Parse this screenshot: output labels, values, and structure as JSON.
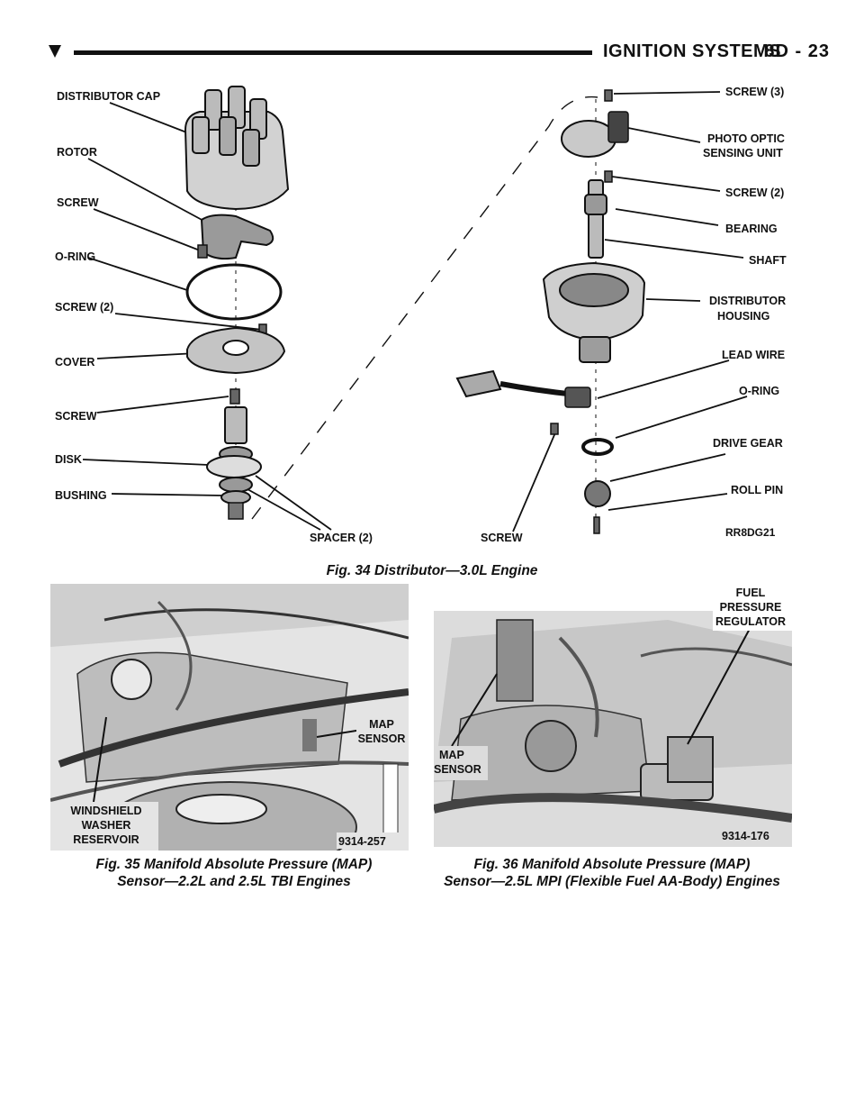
{
  "header": {
    "title": "IGNITION SYSTEMS",
    "page": "8D - 23"
  },
  "fig34": {
    "labels_left": {
      "distributor_cap": "DISTRIBUTOR CAP",
      "rotor": "ROTOR",
      "screw": "SCREW",
      "o_ring": "O-RING",
      "screw_2": "SCREW (2)",
      "cover": "COVER",
      "screw_b": "SCREW",
      "disk": "DISK",
      "bushing": "BUSHING"
    },
    "labels_bottom": {
      "spacer_2": "SPACER (2)",
      "screw": "SCREW"
    },
    "labels_right": {
      "screw_3": "SCREW (3)",
      "photo_optic_1": "PHOTO OPTIC",
      "photo_optic_2": "SENSING UNIT",
      "screw_2": "SCREW (2)",
      "bearing": "BEARING",
      "shaft": "SHAFT",
      "distributor_housing_1": "DISTRIBUTOR",
      "distributor_housing_2": "HOUSING",
      "lead_wire": "LEAD WIRE",
      "o_ring": "O-RING",
      "drive_gear": "DRIVE GEAR",
      "roll_pin": "ROLL PIN"
    },
    "code": "RR8DG21",
    "caption": "Fig. 34 Distributor—3.0L Engine"
  },
  "fig35": {
    "labels": {
      "map_1": "MAP",
      "map_2": "SENSOR",
      "wwr_1": "WINDSHIELD",
      "wwr_2": "WASHER",
      "wwr_3": "RESERVOIR"
    },
    "code": "9314-257",
    "caption_1": "Fig. 35 Manifold Absolute Pressure (MAP)",
    "caption_2": "Sensor—2.2L and 2.5L TBI Engines"
  },
  "fig36": {
    "labels": {
      "fpr_1": "FUEL",
      "fpr_2": "PRESSURE",
      "fpr_3": "REGULATOR",
      "map_1": "MAP",
      "map_2": "SENSOR"
    },
    "code": "9314-176",
    "caption_1": "Fig. 36 Manifold Absolute Pressure (MAP)",
    "caption_2": "Sensor—2.5L MPI (Flexible Fuel AA-Body) Engines"
  }
}
